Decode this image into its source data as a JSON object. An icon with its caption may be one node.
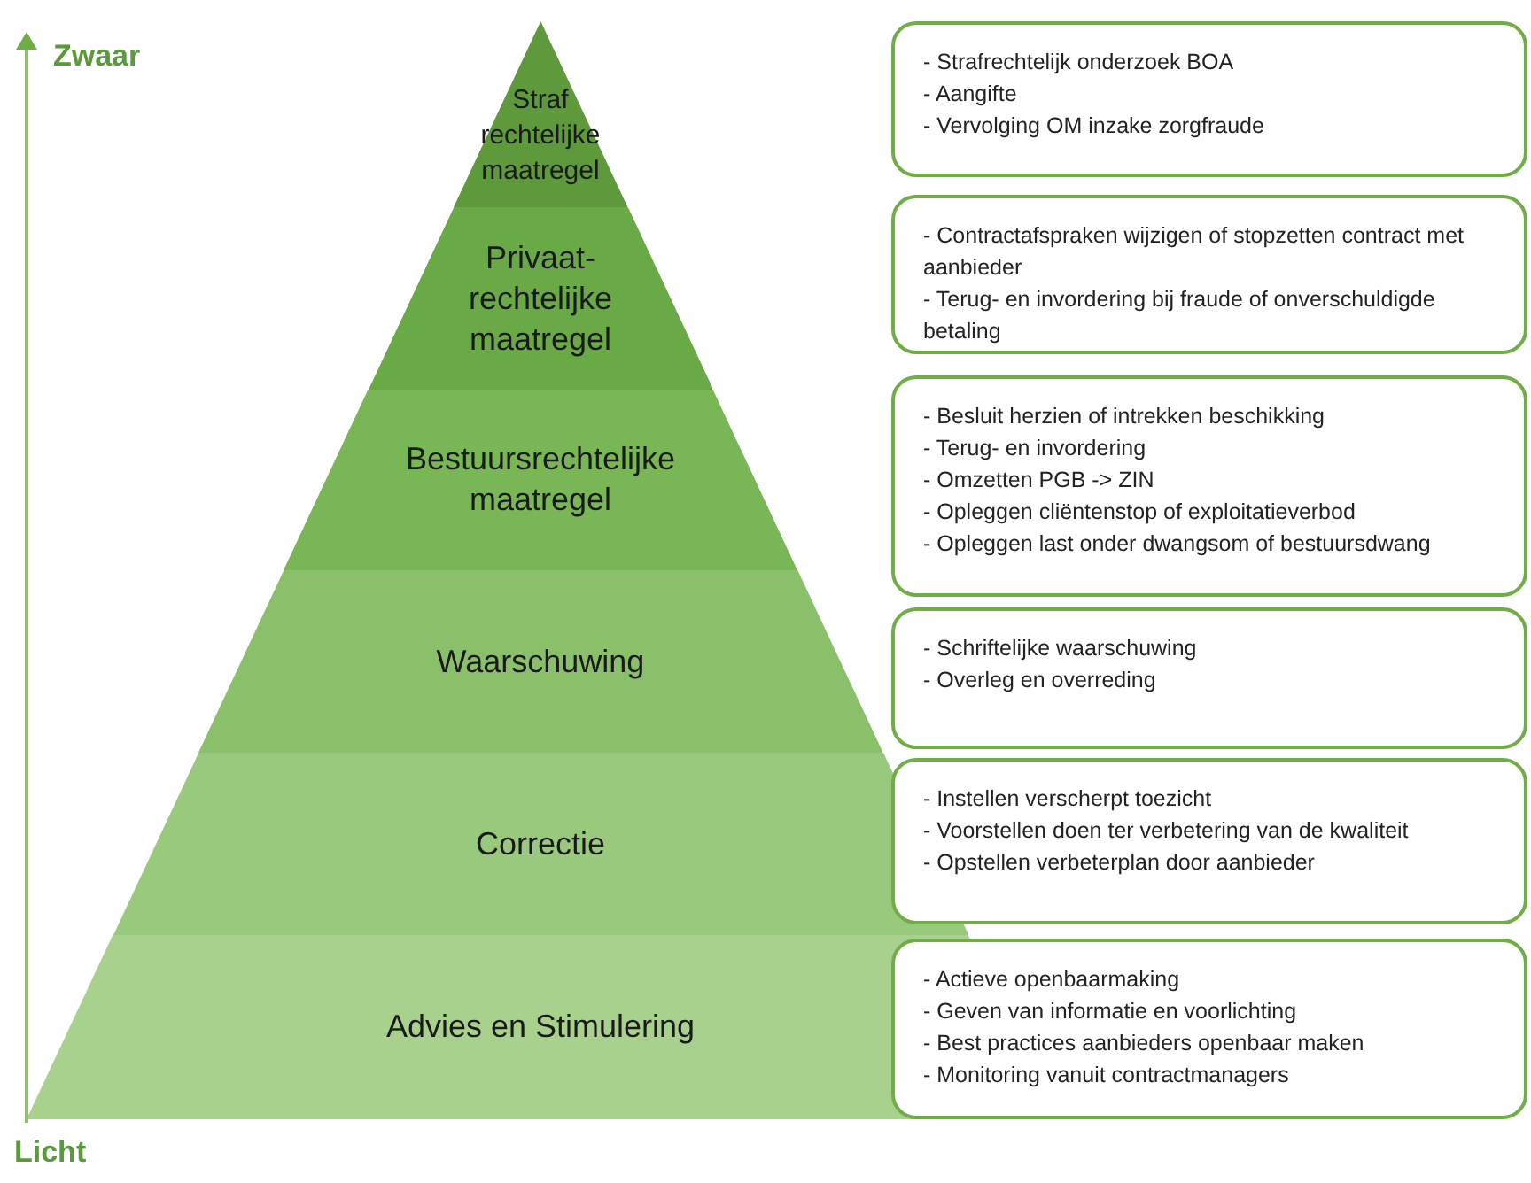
{
  "diagram": {
    "nodes": [
      {
        "text": [
          "Straf rechtelijke maatregel"
        ]
      },
      {
        "text": [
          "Privaat- rechtelijke maatregel"
        ]
      },
      {
        "text": [
          "Bestuursrechtelijke maatregel"
        ]
      },
      {
        "text": [
          "Waarschuwing"
        ]
      },
      {
        "text": [
          "Correctie"
        ]
      },
      {
        "text": [
          "Advies en Stimulering"
        ]
      },
      {
        "text": [
          "- Strafrechtelijk onderzoek BOA",
          "- Aangifte",
          "- Vervolging OM inzake zorgfraude"
        ]
      },
      {
        "text": [
          "- Contractafspraken wijzigen of stopzetten contract met aanbieder",
          "- Terug- en invordering bij fraude of onverschuldigde betaling"
        ]
      },
      {
        "text": [
          "- Besluit herzien of intrekken beschikking",
          "- Terug- en invordering",
          "- Omzetten PGB -> ZIN",
          "- Opleggen cliëntenstop of exploitatieverbod",
          "- Opleggen last onder dwangsom of bestuursdwang"
        ]
      },
      {
        "text": [
          "- Schriftelijke waarschuwing",
          "- Overleg en overreding"
        ]
      },
      {
        "text": [
          "- Instellen verscherpt toezicht",
          "- Voorstellen doen ter verbetering van de kwaliteit",
          "- Opstellen verbeterplan door aanbieder"
        ]
      },
      {
        "text": [
          "- Actieve openbaarmaking",
          "- Geven van informatie en voorlichting",
          "- Best practices aanbieders openbaar maken",
          "- Monitoring vanuit contractmanagers"
        ]
      }
    ],
    "labels": [
      "Zwaar",
      "Licht"
    ]
  }
}
